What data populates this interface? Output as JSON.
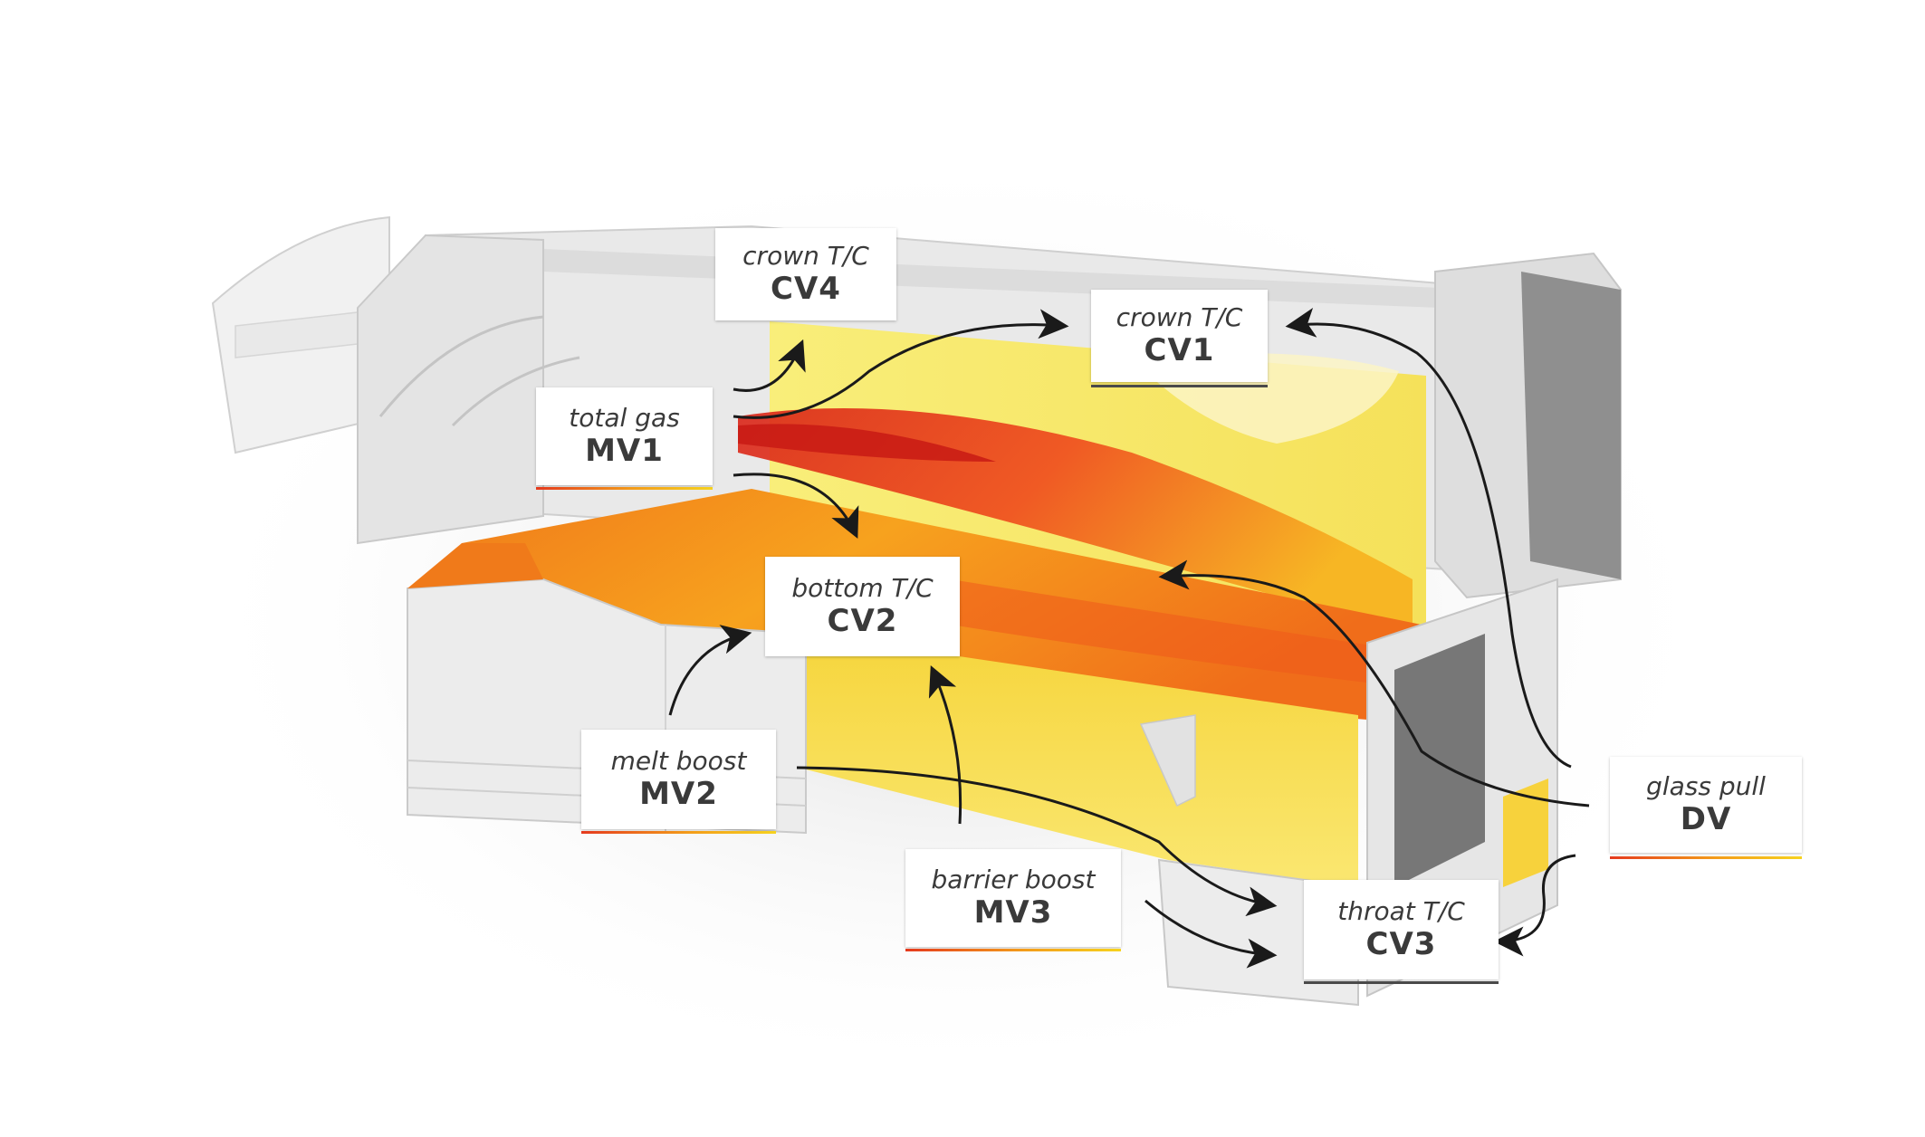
{
  "labels": [
    {
      "id": "cv4",
      "sub": "crown T/C",
      "code": "CV4"
    },
    {
      "id": "cv1",
      "sub": "crown T/C",
      "code": "CV1"
    },
    {
      "id": "mv1",
      "sub": "total gas",
      "code": "MV1"
    },
    {
      "id": "cv2",
      "sub": "bottom T/C",
      "code": "CV2"
    },
    {
      "id": "mv2",
      "sub": "melt boost",
      "code": "MV2"
    },
    {
      "id": "dv",
      "sub": "glass pull",
      "code": "DV"
    },
    {
      "id": "mv3",
      "sub": "barrier boost",
      "code": "MV3"
    },
    {
      "id": "cv3",
      "sub": "throat T/C",
      "code": "CV3"
    }
  ],
  "colors": {
    "hot": "#e8321e",
    "warm": "#f7941d",
    "cool": "#fbe84a",
    "structure": "#e6e6e6",
    "arrow": "#1a1a1a"
  }
}
